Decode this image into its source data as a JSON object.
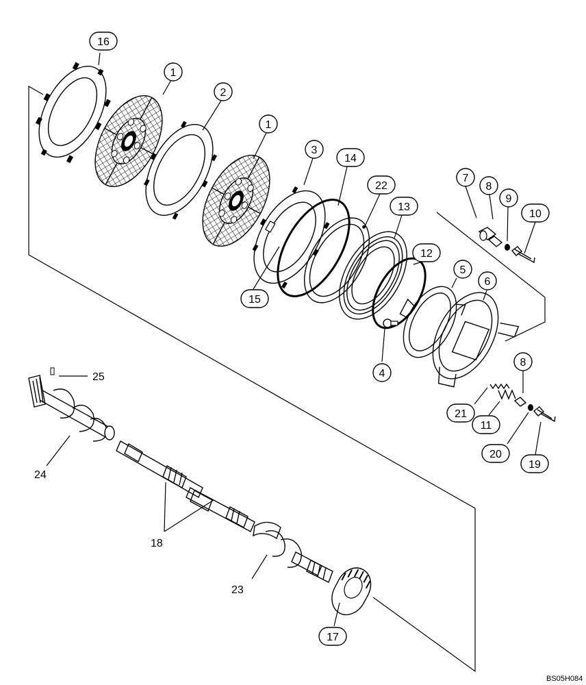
{
  "figure": {
    "code": "BS05H084",
    "callouts": [
      {
        "id": "16",
        "text": "16",
        "circled": true
      },
      {
        "id": "1a",
        "text": "1",
        "circled": true
      },
      {
        "id": "2",
        "text": "2",
        "circled": true
      },
      {
        "id": "1b",
        "text": "1",
        "circled": true
      },
      {
        "id": "3",
        "text": "3",
        "circled": true
      },
      {
        "id": "14",
        "text": "14",
        "circled": true
      },
      {
        "id": "22",
        "text": "22",
        "circled": true
      },
      {
        "id": "13",
        "text": "13",
        "circled": true
      },
      {
        "id": "7",
        "text": "7",
        "circled": true
      },
      {
        "id": "8a",
        "text": "8",
        "circled": true
      },
      {
        "id": "9",
        "text": "9",
        "circled": true
      },
      {
        "id": "10",
        "text": "10",
        "circled": true
      },
      {
        "id": "12",
        "text": "12",
        "circled": true
      },
      {
        "id": "5",
        "text": "5",
        "circled": true
      },
      {
        "id": "6",
        "text": "6",
        "circled": true
      },
      {
        "id": "15",
        "text": "15",
        "circled": true
      },
      {
        "id": "4",
        "text": "4",
        "circled": true
      },
      {
        "id": "8b",
        "text": "8",
        "circled": true
      },
      {
        "id": "21",
        "text": "21",
        "circled": true
      },
      {
        "id": "11",
        "text": "11",
        "circled": true
      },
      {
        "id": "20",
        "text": "20",
        "circled": true
      },
      {
        "id": "19",
        "text": "19",
        "circled": true
      },
      {
        "id": "17",
        "text": "17",
        "circled": true
      },
      {
        "id": "25",
        "text": "25",
        "circled": false
      },
      {
        "id": "24",
        "text": "24",
        "circled": false
      },
      {
        "id": "18",
        "text": "18",
        "circled": false
      },
      {
        "id": "23",
        "text": "23",
        "circled": false
      }
    ]
  }
}
